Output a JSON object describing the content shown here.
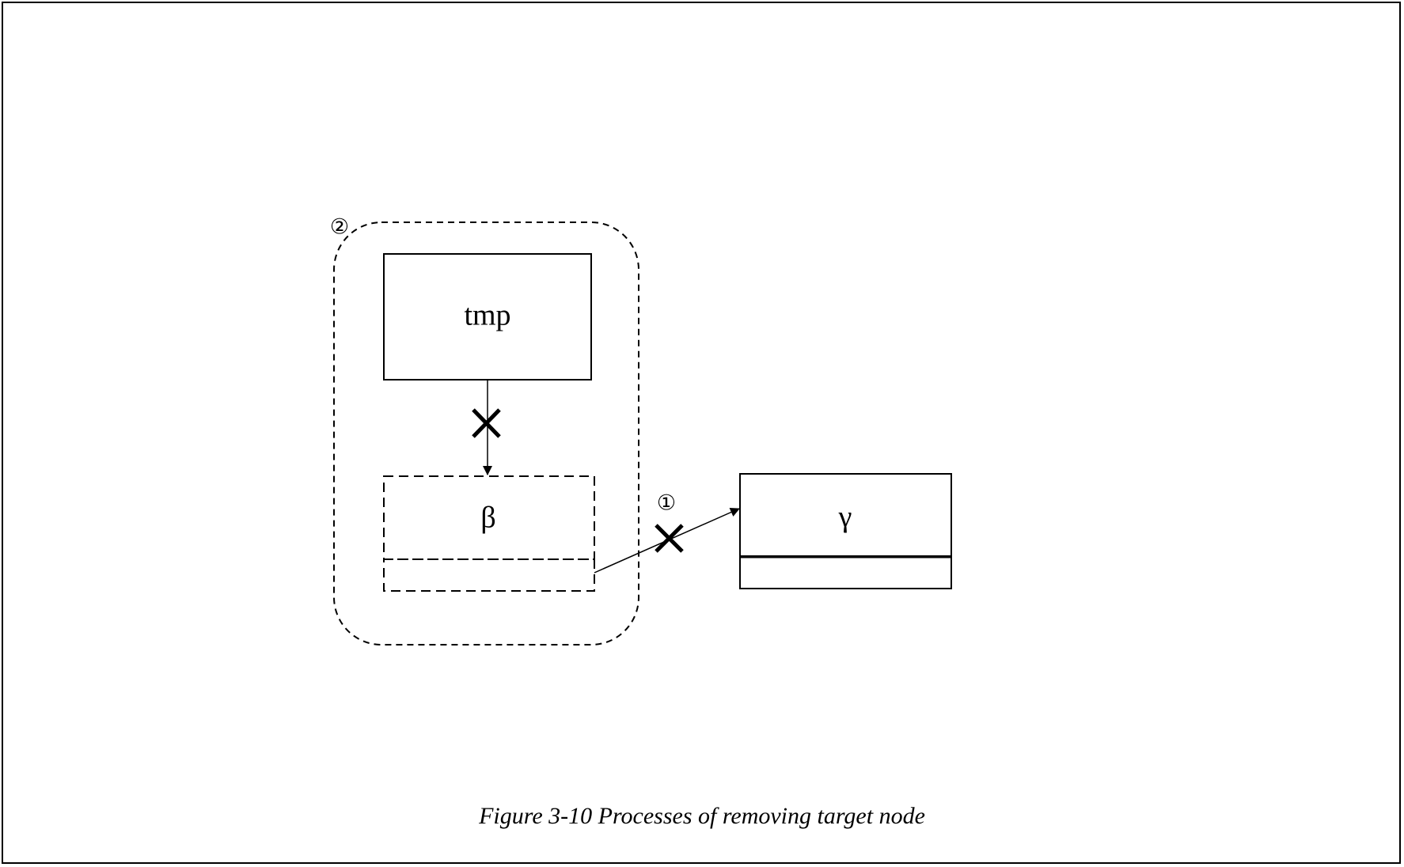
{
  "diagram": {
    "nodes": {
      "tmp": "tmp",
      "beta": "β",
      "gamma": "γ"
    },
    "steps": {
      "step1": "①",
      "step2": "②"
    },
    "caption": "Figure 3-10 Processes of removing target node"
  }
}
